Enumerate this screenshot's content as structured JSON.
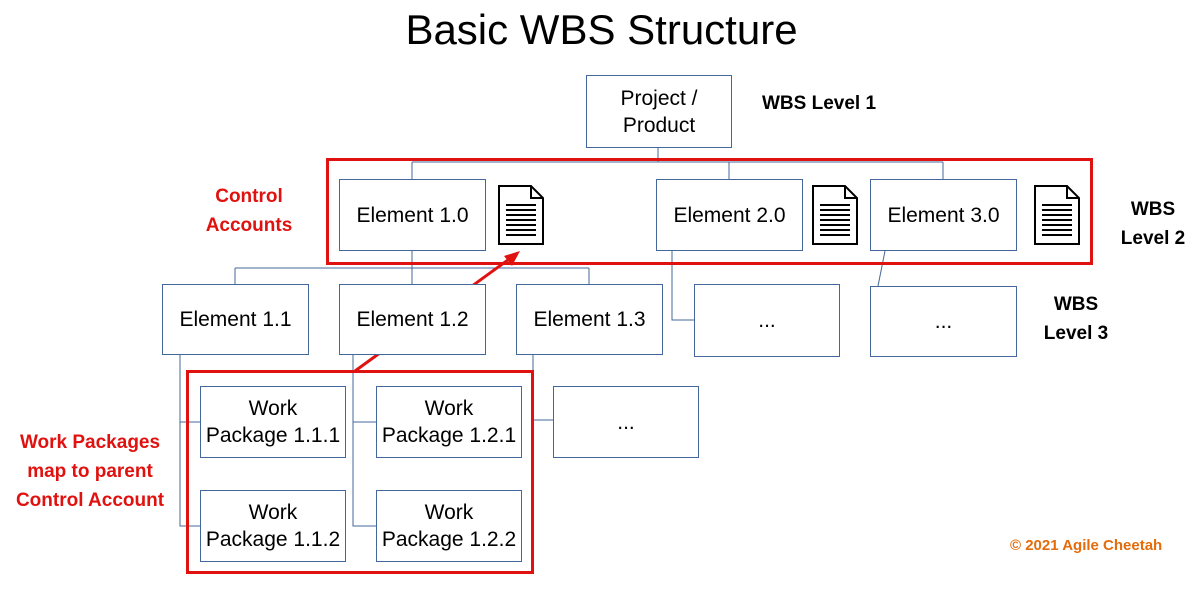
{
  "title": "Basic WBS Structure",
  "nodes": {
    "project": "Project /\nProduct",
    "e10": "Element 1.0",
    "e20": "Element 2.0",
    "e30": "Element 3.0",
    "e11": "Element 1.1",
    "e12": "Element 1.2",
    "e13": "Element 1.3",
    "e2x": "...",
    "e3x": "...",
    "wp111": "Work\nPackage 1.1.1",
    "wp121": "Work\nPackage 1.2.1",
    "wp112": "Work\nPackage 1.1.2",
    "wp122": "Work\nPackage 1.2.2",
    "e13x": "..."
  },
  "labels": {
    "level1": "WBS Level 1",
    "level2": "WBS\nLevel 2",
    "level3": "WBS\nLevel 3",
    "control_accounts": "Control\nAccounts",
    "work_packages": "Work Packages\nmap to parent\nControl Account",
    "copyright": "© 2021 Agile Cheetah"
  },
  "colors": {
    "node_border": "#44679b",
    "highlight": "#e0120f",
    "copyright": "#e46c0a"
  },
  "icons": [
    "document-icon",
    "document-icon",
    "document-icon"
  ]
}
